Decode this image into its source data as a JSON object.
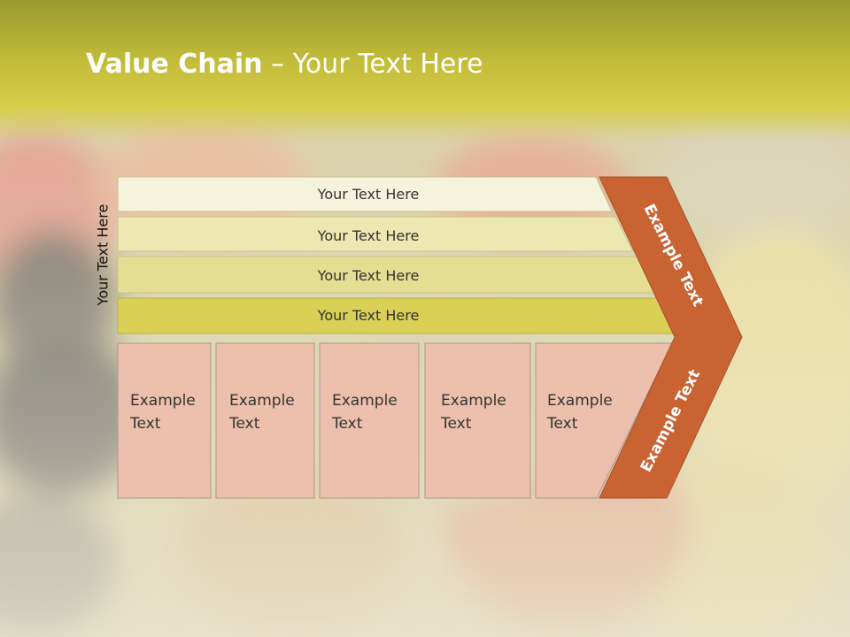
{
  "title": {
    "bold": "Value Chain",
    "rest": " – Your Text Here"
  },
  "side_label": "Your Text Here",
  "bars": [
    {
      "label": "Your Text Here"
    },
    {
      "label": "Your Text Here"
    },
    {
      "label": "Your Text Here"
    },
    {
      "label": "Your Text Here"
    }
  ],
  "boxes": [
    {
      "line1": "Example",
      "line2": "Text"
    },
    {
      "line1": "Example",
      "line2": "Text"
    },
    {
      "line1": "Example",
      "line2": "Text"
    },
    {
      "line1": "Example",
      "line2": "Text"
    },
    {
      "line1": "Example",
      "line2": "Text"
    }
  ],
  "chevron": {
    "top": "Example Text",
    "bottom": "Example Text"
  },
  "colors": {
    "chevron": "#c96432",
    "box": "#ecc0ac",
    "bar1": "#f6f3dc",
    "bar2": "#ede8b2",
    "bar3": "#e5de92",
    "bar4": "#d9d055"
  }
}
